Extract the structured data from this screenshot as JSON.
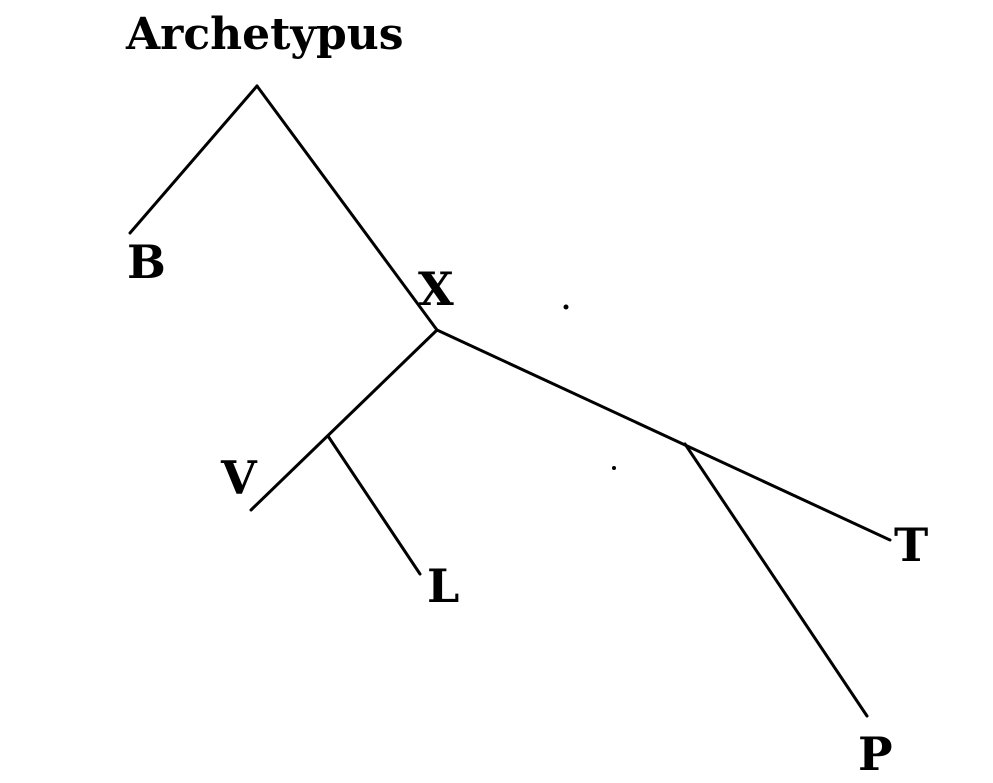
{
  "stemma": {
    "root": "Archetypus",
    "nodes": {
      "b": "B",
      "x": "X",
      "v": "V",
      "l": "L",
      "t": "T",
      "p": "P"
    }
  },
  "colors": {
    "ink": "#000000",
    "paper": "#ffffff"
  }
}
